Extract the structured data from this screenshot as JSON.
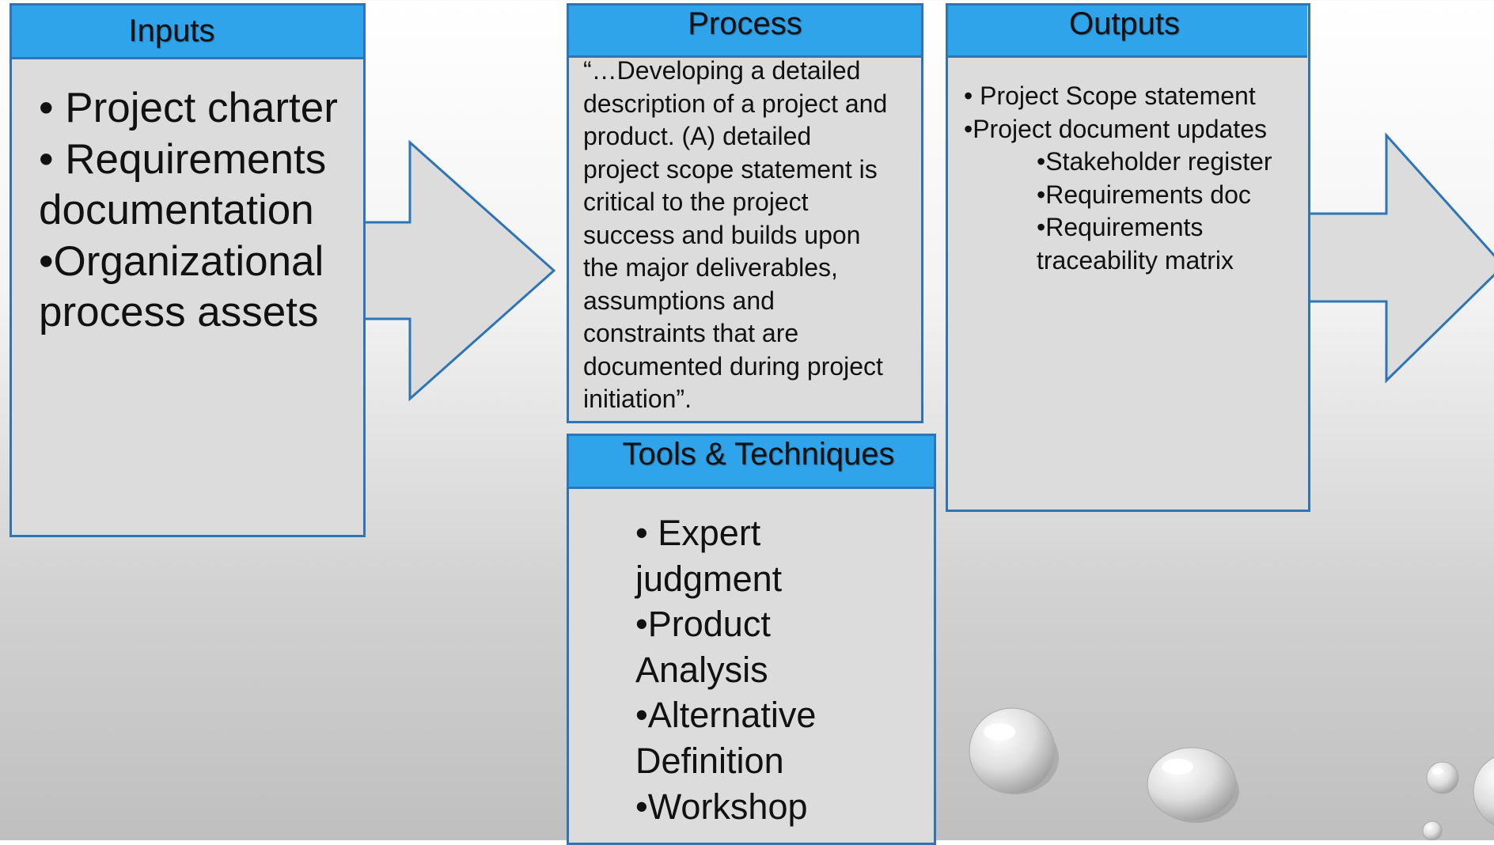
{
  "inputs": {
    "title": "Inputs",
    "lines": [
      "• Project charter",
      "• Requirements",
      "documentation",
      "•Organizational",
      "process assets"
    ]
  },
  "process": {
    "title": "Process",
    "lines": [
      "“…Developing a detailed",
      "description of a project and",
      "product. (A) detailed",
      "project scope statement is",
      "critical to the project",
      "success and builds upon",
      "the major deliverables,",
      "assumptions and",
      "constraints that are",
      "documented during project",
      "initiation”."
    ]
  },
  "tools": {
    "title": "Tools & Techniques",
    "lines": [
      "• Expert",
      "judgment",
      "•Product",
      "Analysis",
      "•Alternative",
      "Definition",
      "•Workshop"
    ]
  },
  "outputs": {
    "title": "Outputs",
    "lines": [
      "• Project Scope statement",
      "•Project document updates",
      "•Stakeholder register",
      "•Requirements doc",
      "•Requirements",
      "traceability matrix"
    ]
  },
  "colors": {
    "header_fill": "#2fa4ea",
    "border": "#2e75b6",
    "box_fill": "#dcdcdc"
  }
}
